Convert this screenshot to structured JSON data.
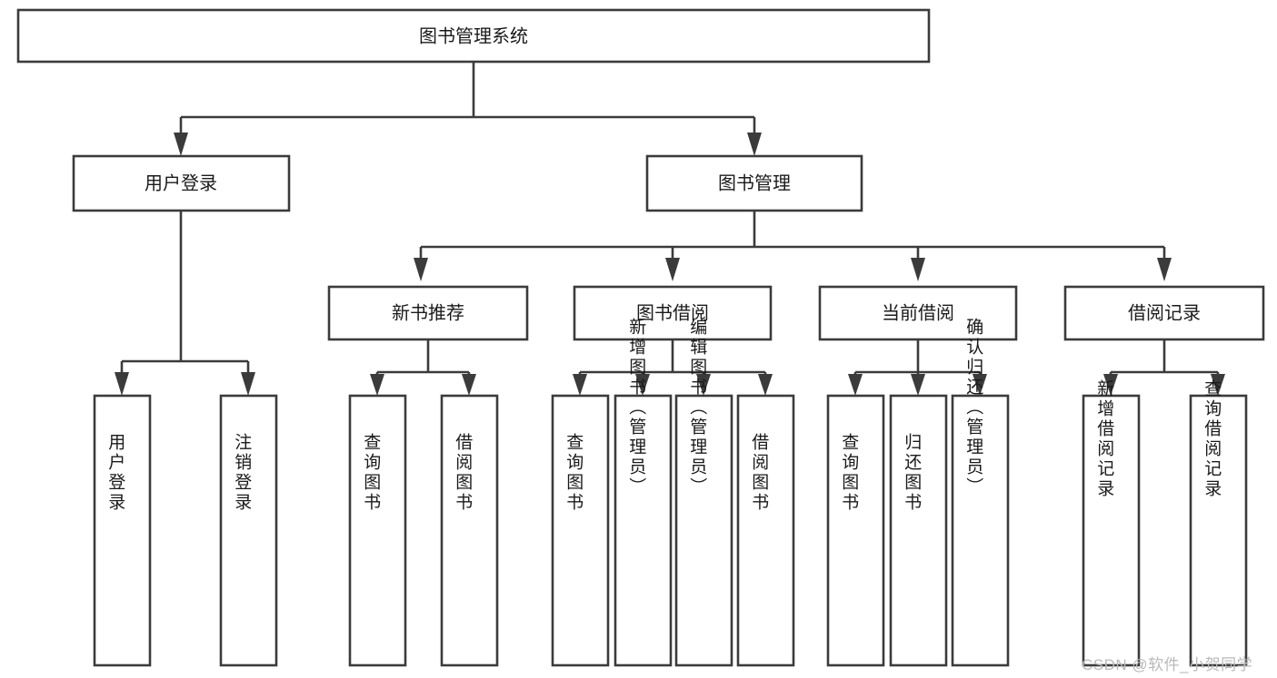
{
  "diagram": {
    "title": "图书管理系统",
    "type": "tree-hierarchy-chart",
    "orientation": "top-down",
    "colors": {
      "box_stroke": "#3b3b3b",
      "box_fill": "#ffffff",
      "text": "#1a1a1a",
      "background": "#ffffff",
      "watermark": "#b9b9b9"
    },
    "root": {
      "id": "root",
      "label": "图书管理系统",
      "level": 0
    },
    "level1": [
      {
        "id": "user-login",
        "label": "用户登录",
        "level": 1
      },
      {
        "id": "book-management",
        "label": "图书管理",
        "level": 1
      }
    ],
    "level2": [
      {
        "id": "new-book-recommend",
        "label": "新书推荐",
        "level": 2,
        "parent": "book-management"
      },
      {
        "id": "book-borrow",
        "label": "图书借阅",
        "level": 2,
        "parent": "book-management"
      },
      {
        "id": "current-borrow",
        "label": "当前借阅",
        "level": 2,
        "parent": "book-management"
      },
      {
        "id": "borrow-record",
        "label": "借阅记录",
        "level": 2,
        "parent": "book-management"
      }
    ],
    "leaves": [
      {
        "id": "leaf-user-login",
        "label": "用户登录",
        "parent": "user-login"
      },
      {
        "id": "leaf-logout-login",
        "label": "注销登录",
        "parent": "user-login"
      },
      {
        "id": "leaf-query-book-1",
        "label": "查询图书",
        "parent": "new-book-recommend"
      },
      {
        "id": "leaf-borrow-book-1",
        "label": "借阅图书",
        "parent": "new-book-recommend"
      },
      {
        "id": "leaf-query-book-2",
        "label": "查询图书",
        "parent": "book-borrow"
      },
      {
        "id": "leaf-add-book",
        "label": "新增图书（管理员）",
        "parent": "book-borrow"
      },
      {
        "id": "leaf-edit-book",
        "label": "编辑图书（管理员）",
        "parent": "book-borrow"
      },
      {
        "id": "leaf-borrow-book-2",
        "label": "借阅图书",
        "parent": "book-borrow"
      },
      {
        "id": "leaf-query-book-3",
        "label": "查询图书",
        "parent": "current-borrow"
      },
      {
        "id": "leaf-return-book",
        "label": "归还图书",
        "parent": "current-borrow"
      },
      {
        "id": "leaf-confirm-return",
        "label": "确认归还（管理员）",
        "parent": "current-borrow"
      },
      {
        "id": "leaf-add-record",
        "label": "新增借阅记录",
        "parent": "borrow-record"
      },
      {
        "id": "leaf-query-record",
        "label": "查询借阅记录",
        "parent": "borrow-record"
      }
    ]
  },
  "watermark": {
    "text": "CSDN @软件_小贺同学"
  }
}
